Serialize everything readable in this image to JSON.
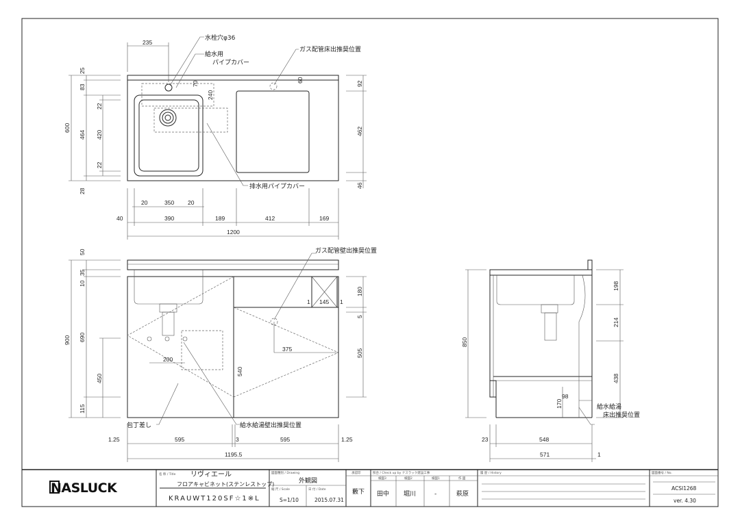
{
  "top_view": {
    "labels": {
      "faucet_hole": "水栓穴φ36",
      "water_cover_1": "給水用",
      "water_cover_2": "パイプカバー",
      "gas_floor": "ガス配管床出推奨位置",
      "drain_cover": "排水用パイプカバー"
    },
    "dims": {
      "d235": "235",
      "d25": "25",
      "d83": "83",
      "d600": "600",
      "d464": "464",
      "d22a": "22",
      "d420": "420",
      "d22b": "22",
      "d28": "28",
      "d92": "92",
      "d462": "462",
      "d46": "46",
      "d70": "70",
      "d240": "240",
      "d60": "60",
      "d20a": "20",
      "d350": "350",
      "d20b": "20",
      "d40": "40",
      "d390": "390",
      "d189": "189",
      "d412": "412",
      "d169": "169",
      "d1200": "1200"
    }
  },
  "front_view": {
    "labels": {
      "gas_wall": "ガス配管壁出推奨位置",
      "knife": "包丁差し",
      "water_wall": "給水給湯壁出推奨位置"
    },
    "dims": {
      "d50": "50",
      "d35": "35",
      "d10": "10",
      "d900": "900",
      "d690": "690",
      "d450": "450",
      "d115": "115",
      "d180": "180",
      "d5": "5",
      "d505": "505",
      "d1a": "1",
      "d145": "145",
      "d1b": "1",
      "d200": "200",
      "d375": "375",
      "d540": "540",
      "d125a": "1.25",
      "d595a": "595",
      "d3": "3",
      "d595b": "595",
      "d125b": "1.25",
      "d11955": "1195.5"
    }
  },
  "side_view": {
    "labels": {
      "water_floor_1": "給水給湯",
      "water_floor_2": "床出推奨位置"
    },
    "dims": {
      "d850": "850",
      "d198": "198",
      "d214": "214",
      "d438": "438",
      "d170": "170",
      "d98": "98",
      "d23": "23",
      "d548": "548",
      "d571": "571",
      "d1": "1"
    }
  },
  "title_block": {
    "logo": "NASLUCK",
    "title_label": "名 称 / Title",
    "title": "リヴィエール",
    "subtitle": "フロアキャビネット(ステンレストップ)",
    "model": "KRAUWT120SF☆1※L",
    "drawing_label": "図面種別 / Drawing",
    "drawing": "外観図",
    "scale_label": "縮 尺 / Scale",
    "scale": "S=1/10",
    "date_label": "日 付 / Date",
    "date": "2015.07.31",
    "approval_label": "承認印",
    "approval": "藪下",
    "check_label": "照合 / Check up by ナスラック建設工事",
    "checkers": [
      {
        "role": "検図3",
        "name": "田中"
      },
      {
        "role": "検図2",
        "name": "堀川"
      },
      {
        "role": "検図1",
        "name": "-"
      },
      {
        "role": "作 図",
        "name": "萩原"
      }
    ],
    "history_label": "履 歴 / History",
    "no_label": "図面番号 / No.",
    "number": "ACSI1268",
    "version": "ver. 4.30"
  }
}
